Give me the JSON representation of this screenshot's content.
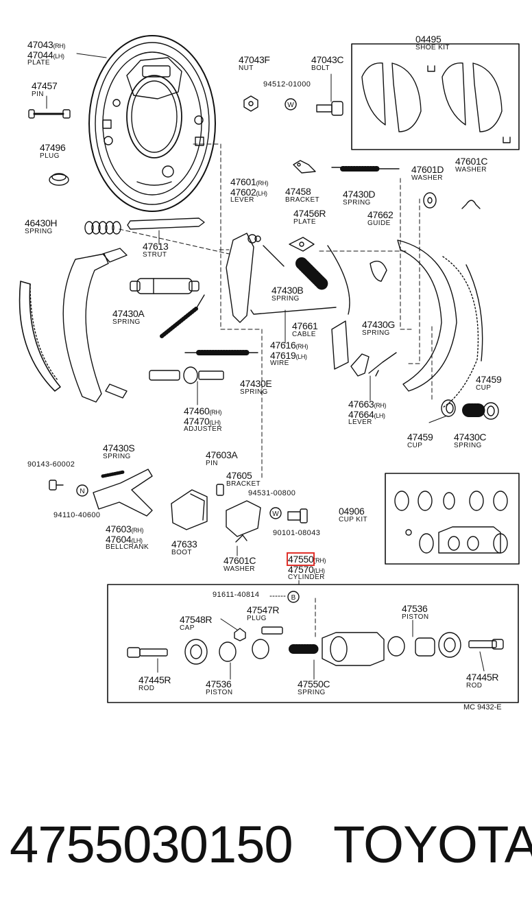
{
  "footer": {
    "part_number": "4755030150",
    "brand": "TOYOTA"
  },
  "diagram_code": "MC  9432-E",
  "labels": {
    "plate_rh": "47043",
    "plate_rh_sfx": "(RH)",
    "plate_lh": "47044",
    "plate_lh_sfx": "(LH)",
    "plate_name": "PLATE",
    "pin": "47457",
    "pin_name": "PIN",
    "plug": "47496",
    "plug_name": "PLUG",
    "spring_h": "46430H",
    "spring_h_name": "SPRING",
    "nut": "47043F",
    "nut_name": "NUT",
    "bolt": "47043C",
    "bolt_name": "BOLT",
    "nut2": "94512-01000",
    "shoe_kit": "04495",
    "shoe_kit_name": "SHOE KIT",
    "lever_rh": "47601",
    "lever_rh_sfx": "(RH)",
    "lever_lh": "47602",
    "lever_lh_sfx": "(LH)",
    "lever_name": "LEVER",
    "bracket": "47458",
    "bracket_name": "BRACKET",
    "spring_d": "47430D",
    "spring_d_name": "SPRING",
    "washer_d": "47601D",
    "washer_d_name": "WASHER",
    "washer_c": "47601C",
    "washer_c_name": "WASHER",
    "strut": "47613",
    "strut_name": "STRUT",
    "plate_r": "47456R",
    "plate_r_name": "PLATE",
    "guide": "47662",
    "guide_name": "GUIDE",
    "spring_b": "47430B",
    "spring_b_name": "SPRING",
    "spring_a": "47430A",
    "spring_a_name": "SPRING",
    "cable": "47661",
    "cable_name": "CABLE",
    "spring_g": "47430G",
    "spring_g_name": "SPRING",
    "wire_rh": "47616",
    "wire_rh_sfx": "(RH)",
    "wire_lh": "47619",
    "wire_lh_sfx": "(LH)",
    "wire_name": "WIRE",
    "spring_e": "47430E",
    "spring_e_name": "SPRING",
    "adjuster_rh": "47460",
    "adjuster_rh_sfx": "(RH)",
    "adjuster_lh": "47470",
    "adjuster_lh_sfx": "(LH)",
    "adjuster_name": "ADJUSTER",
    "cup_top": "47459",
    "cup_top_name": "CUP",
    "lever2_rh": "47663",
    "lever2_rh_sfx": "(RH)",
    "lever2_lh": "47664",
    "lever2_lh_sfx": "(LH)",
    "lever2_name": "LEVER",
    "cup_bot": "47459",
    "cup_bot_name": "CUP",
    "spring_c": "47430C",
    "spring_c_name": "SPRING",
    "spring_s": "47430S",
    "spring_s_name": "SPRING",
    "pin_a": "47603A",
    "pin_a_name": "PIN",
    "bolt_60002": "90143-60002",
    "bracket_605": "47605",
    "bracket_605_name": "BRACKET",
    "washer_00800": "94531-00800",
    "nut_40600": "94110-40600",
    "cup_kit": "04906",
    "cup_kit_name": "CUP KIT",
    "bellcrank_rh": "47603",
    "bellcrank_rh_sfx": "(RH)",
    "bellcrank_lh": "47604",
    "bellcrank_lh_sfx": "(LH)",
    "bellcrank_name": "BELLCRANK",
    "boot": "47633",
    "boot_name": "BOOT",
    "bolt_08043": "90101-08043",
    "washer_c2": "47601C",
    "washer_c2_name": "WASHER",
    "cyl_rh": "47550",
    "cyl_rh_sfx": "(RH)",
    "cyl_lh": "47570",
    "cyl_lh_sfx": "(LH)",
    "cyl_name": "CYLINDER",
    "bleeder": "91611-40814",
    "cap": "47548R",
    "cap_name": "CAP",
    "plug2": "47547R",
    "plug2_name": "PLUG",
    "piston_r": "47536",
    "piston_r_name": "PISTON",
    "rod_l": "47445R",
    "rod_l_name": "ROD",
    "piston_l": "47536",
    "piston_l_name": "PISTON",
    "spring_cy": "47550C",
    "spring_cy_name": "SPRING",
    "rod_r": "47445R",
    "rod_r_name": "ROD"
  },
  "badges": {
    "n": "N",
    "w": "W",
    "b": "B"
  }
}
